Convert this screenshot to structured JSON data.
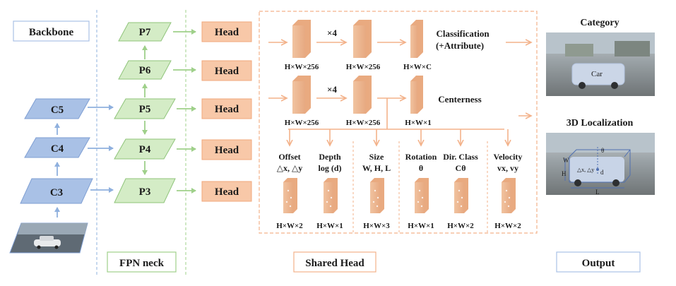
{
  "labels": {
    "backbone": "Backbone",
    "fpn_neck": "FPN neck",
    "shared_head": "Shared Head",
    "output": "Output"
  },
  "backbone_levels": [
    "C5",
    "C4",
    "C3"
  ],
  "fpn_levels": [
    "P7",
    "P6",
    "P5",
    "P4",
    "P3"
  ],
  "head_label": "Head",
  "shared_head": {
    "times": "×4",
    "cls_dims": [
      "H×W×256",
      "H×W×256",
      "H×W×C"
    ],
    "ctr_dims": [
      "H×W×256",
      "H×W×256",
      "H×W×1"
    ],
    "classification": "Classification",
    "attribute": "(+Attribute)",
    "centerness": "Centerness",
    "branches": [
      {
        "name": "Offset",
        "sub": "△x, △y",
        "dim": "H×W×2"
      },
      {
        "name": "Depth",
        "sub": "log (d)",
        "dim": "H×W×1"
      },
      {
        "name": "Size",
        "sub": "W, H, L",
        "dim": "H×W×3"
      },
      {
        "name": "Rotation",
        "sub": "θ",
        "dim": "H×W×1"
      },
      {
        "name": "Dir. Class",
        "sub": "Cθ",
        "dim": "H×W×2"
      },
      {
        "name": "Velocity",
        "sub": "vx, vy",
        "dim": "H×W×2"
      }
    ]
  },
  "output": {
    "category": "Category",
    "car_label": "Car",
    "localization": "3D Localization",
    "annotations": {
      "w": "W",
      "h": "H",
      "l": "L",
      "theta": "θ",
      "d": "d",
      "delta": "△x, △y"
    }
  },
  "colors": {
    "blue_fill": "#a9c1e6",
    "blue_stroke": "#7f9fd3",
    "green_fill": "#d4ecc6",
    "green_stroke": "#8fc47a",
    "orange_fill": "#f8c8a8",
    "orange_stroke": "#f0a87c",
    "arrow_blue": "#8fb0de",
    "arrow_green": "#9fd08a",
    "arrow_orange": "#f3b28a"
  }
}
